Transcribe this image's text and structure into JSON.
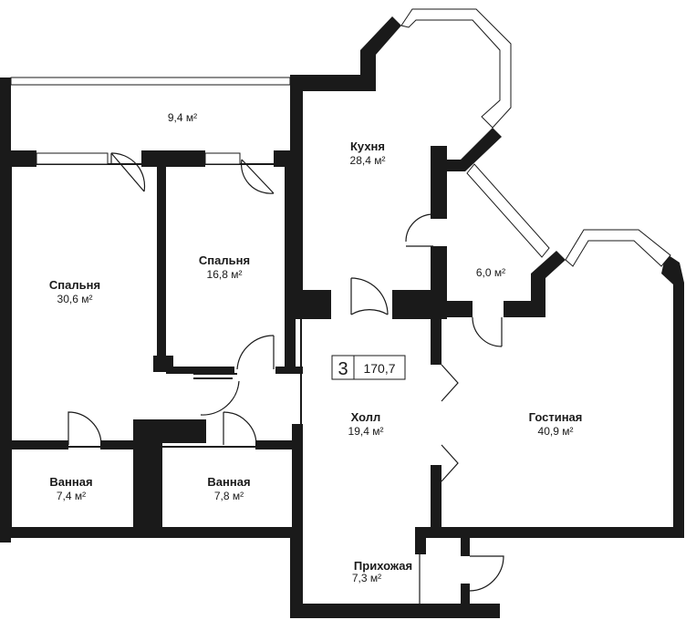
{
  "badge": {
    "rooms": "3",
    "area": "170,7"
  },
  "rooms": [
    {
      "id": "balcony",
      "name": "",
      "area": "9,4 м²"
    },
    {
      "id": "kitchen",
      "name": "Кухня",
      "area": "28,4 м²"
    },
    {
      "id": "loggia",
      "name": "",
      "area": "6,0 м²"
    },
    {
      "id": "bedroom1",
      "name": "Спальня",
      "area": "30,6 м²"
    },
    {
      "id": "bedroom2",
      "name": "Спальня",
      "area": "16,8 м²"
    },
    {
      "id": "hall",
      "name": "Холл",
      "area": "19,4 м²"
    },
    {
      "id": "living",
      "name": "Гостиная",
      "area": "40,9 м²"
    },
    {
      "id": "bath1",
      "name": "Ванная",
      "area": "7,4 м²"
    },
    {
      "id": "bath2",
      "name": "Ванная",
      "area": "7,8 м²"
    },
    {
      "id": "entry",
      "name": "Прихожая",
      "area": "7,3 м²"
    }
  ]
}
